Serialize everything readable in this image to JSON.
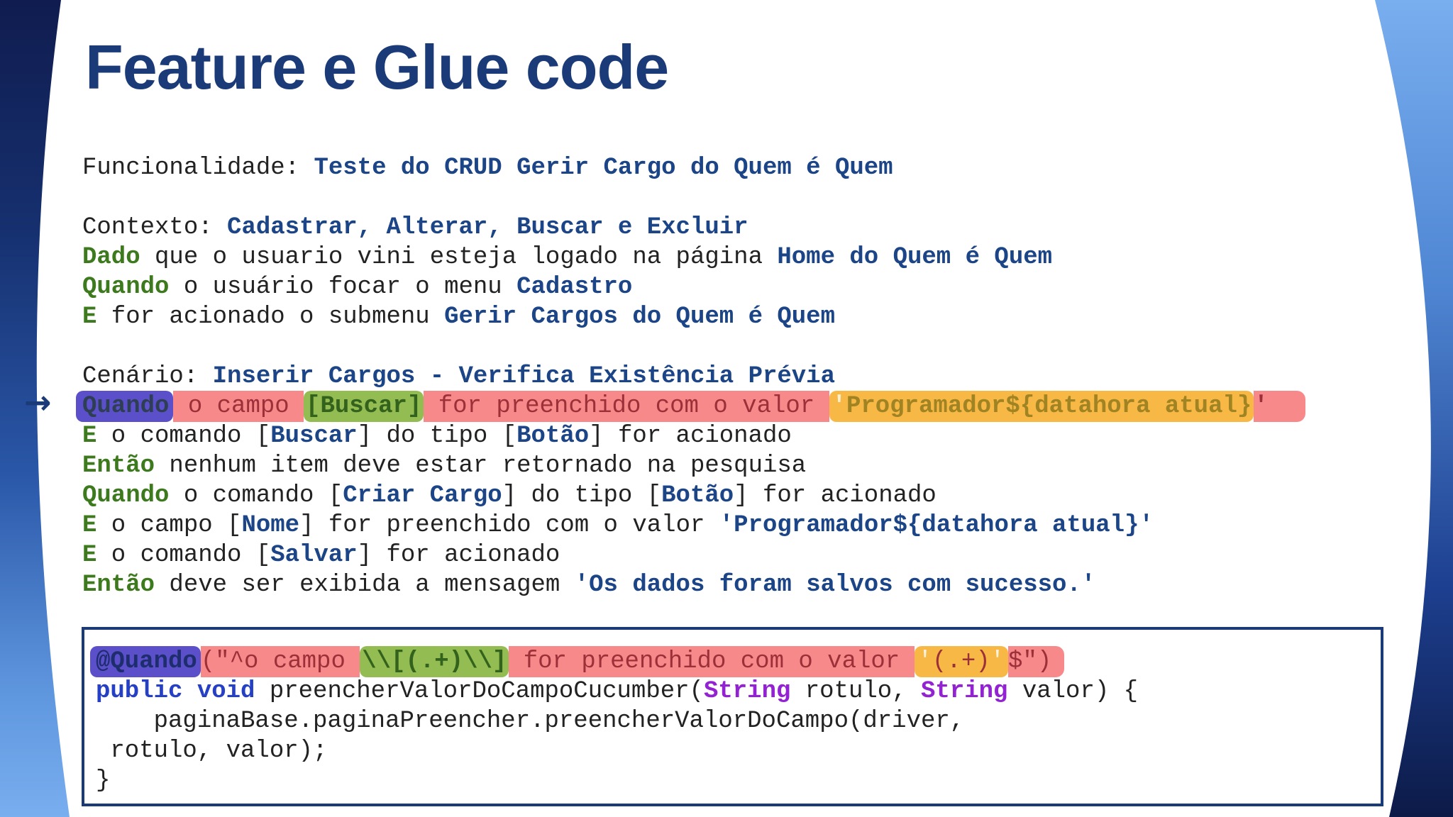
{
  "title": "Feature e Glue code",
  "icons": {
    "arrow": "→"
  },
  "colors": {
    "title_navy": "#1b3a78",
    "keyword_green": "#3c7a1d",
    "value_blue": "#1c4587",
    "purple_highlight": "#5b50c9",
    "pink_highlight": "#f8898b",
    "green_highlight": "#93bc52",
    "orange_highlight": "#f8b845",
    "code_keyword_blue": "#2540c4",
    "code_type_purple": "#9222d2"
  },
  "feature": {
    "lines": [
      {
        "segments": [
          {
            "t": "Funcionalidade: ",
            "s": "plain"
          },
          {
            "t": "Teste do CRUD Gerir Cargo do Quem é Quem",
            "s": "val"
          }
        ]
      },
      {
        "segments": []
      },
      {
        "segments": [
          {
            "t": "Contexto: ",
            "s": "plain"
          },
          {
            "t": "Cadastrar, Alterar, Buscar e Excluir",
            "s": "val"
          }
        ]
      },
      {
        "segments": [
          {
            "t": "Dado",
            "s": "kw"
          },
          {
            "t": " que o usuario vini esteja logado na página ",
            "s": "plain"
          },
          {
            "t": "Home do Quem é Quem",
            "s": "val"
          }
        ]
      },
      {
        "segments": [
          {
            "t": "Quando",
            "s": "kw"
          },
          {
            "t": " o usuário focar o menu ",
            "s": "plain"
          },
          {
            "t": "Cadastro",
            "s": "val"
          }
        ]
      },
      {
        "segments": [
          {
            "t": "E",
            "s": "kw"
          },
          {
            "t": " for acionado o submenu ",
            "s": "plain"
          },
          {
            "t": "Gerir Cargos do Quem é Quem",
            "s": "val"
          }
        ]
      },
      {
        "segments": []
      },
      {
        "segments": [
          {
            "t": "Cenário: ",
            "s": "plain"
          },
          {
            "t": "Inserir Cargos - Verifica Existência Prévia",
            "s": "val"
          }
        ]
      },
      {
        "arrow": true,
        "segments": [
          {
            "t": "Quando",
            "s": "aQuando"
          },
          {
            "t": " o campo ",
            "s": "aPink"
          },
          {
            "t": "[Buscar]",
            "s": "aGreenVal"
          },
          {
            "t": " for preenchido com o valor ",
            "s": "aPink"
          },
          {
            "t": "'",
            "s": "aOrangeQ"
          },
          {
            "t": "Programador${datahora atual}",
            "s": "aOrangeVal"
          },
          {
            "t": "'",
            "s": "aPinkEnd"
          }
        ]
      },
      {
        "segments": [
          {
            "t": "E",
            "s": "kw"
          },
          {
            "t": " o comando [",
            "s": "plain"
          },
          {
            "t": "Buscar",
            "s": "val"
          },
          {
            "t": "] do tipo [",
            "s": "plain"
          },
          {
            "t": "Botão",
            "s": "val"
          },
          {
            "t": "] for acionado",
            "s": "plain"
          }
        ]
      },
      {
        "segments": [
          {
            "t": "Então",
            "s": "kw"
          },
          {
            "t": " nenhum item deve estar retornado na pesquisa",
            "s": "plain"
          }
        ]
      },
      {
        "segments": [
          {
            "t": "Quando",
            "s": "kw"
          },
          {
            "t": " o comando [",
            "s": "plain"
          },
          {
            "t": "Criar Cargo",
            "s": "val"
          },
          {
            "t": "] do tipo [",
            "s": "plain"
          },
          {
            "t": "Botão",
            "s": "val"
          },
          {
            "t": "] for acionado",
            "s": "plain"
          }
        ]
      },
      {
        "segments": [
          {
            "t": "E",
            "s": "kw"
          },
          {
            "t": " o campo [",
            "s": "plain"
          },
          {
            "t": "Nome",
            "s": "val"
          },
          {
            "t": "] for preenchido com o valor ",
            "s": "plain"
          },
          {
            "t": "'Programador${datahora atual}'",
            "s": "val"
          }
        ]
      },
      {
        "segments": [
          {
            "t": "E",
            "s": "kw"
          },
          {
            "t": " o comando [",
            "s": "plain"
          },
          {
            "t": "Salvar",
            "s": "val"
          },
          {
            "t": "] for acionado",
            "s": "plain"
          }
        ]
      },
      {
        "segments": [
          {
            "t": "Então",
            "s": "kw"
          },
          {
            "t": " deve ser exibida a mensagem ",
            "s": "plain"
          },
          {
            "t": "'Os dados foram salvos com sucesso.'",
            "s": "val"
          }
        ]
      }
    ]
  },
  "code": {
    "lines": [
      {
        "segments": [
          {
            "t": "@Quando",
            "s": "cAnno"
          },
          {
            "t": "(\"^o campo ",
            "s": "cPink"
          },
          {
            "t": "\\\\[(.+)\\\\]",
            "s": "cGreen"
          },
          {
            "t": " for preenchido com o valor ",
            "s": "cPink"
          },
          {
            "t": "'",
            "s": "cOrangeL"
          },
          {
            "t": "(.+)",
            "s": "cOrangeM"
          },
          {
            "t": "'",
            "s": "cOrangeR"
          },
          {
            "t": "$\")",
            "s": "cPinkEnd"
          }
        ]
      },
      {
        "segments": [
          {
            "t": "public void",
            "s": "codeKw"
          },
          {
            "t": " preencherValorDoCampoCucumber(",
            "s": "codePlain"
          },
          {
            "t": "String",
            "s": "codeType"
          },
          {
            "t": " rotulo, ",
            "s": "codePlain"
          },
          {
            "t": "String",
            "s": "codeType"
          },
          {
            "t": " valor) {",
            "s": "codePlain"
          }
        ]
      },
      {
        "segments": [
          {
            "t": "    paginaBase.paginaPreencher.preencherValorDoCampo(driver,",
            "s": "codePlain"
          }
        ]
      },
      {
        "segments": [
          {
            "t": " rotulo, valor);",
            "s": "codePlain"
          }
        ]
      },
      {
        "segments": [
          {
            "t": "}",
            "s": "codePlain"
          }
        ]
      }
    ]
  }
}
